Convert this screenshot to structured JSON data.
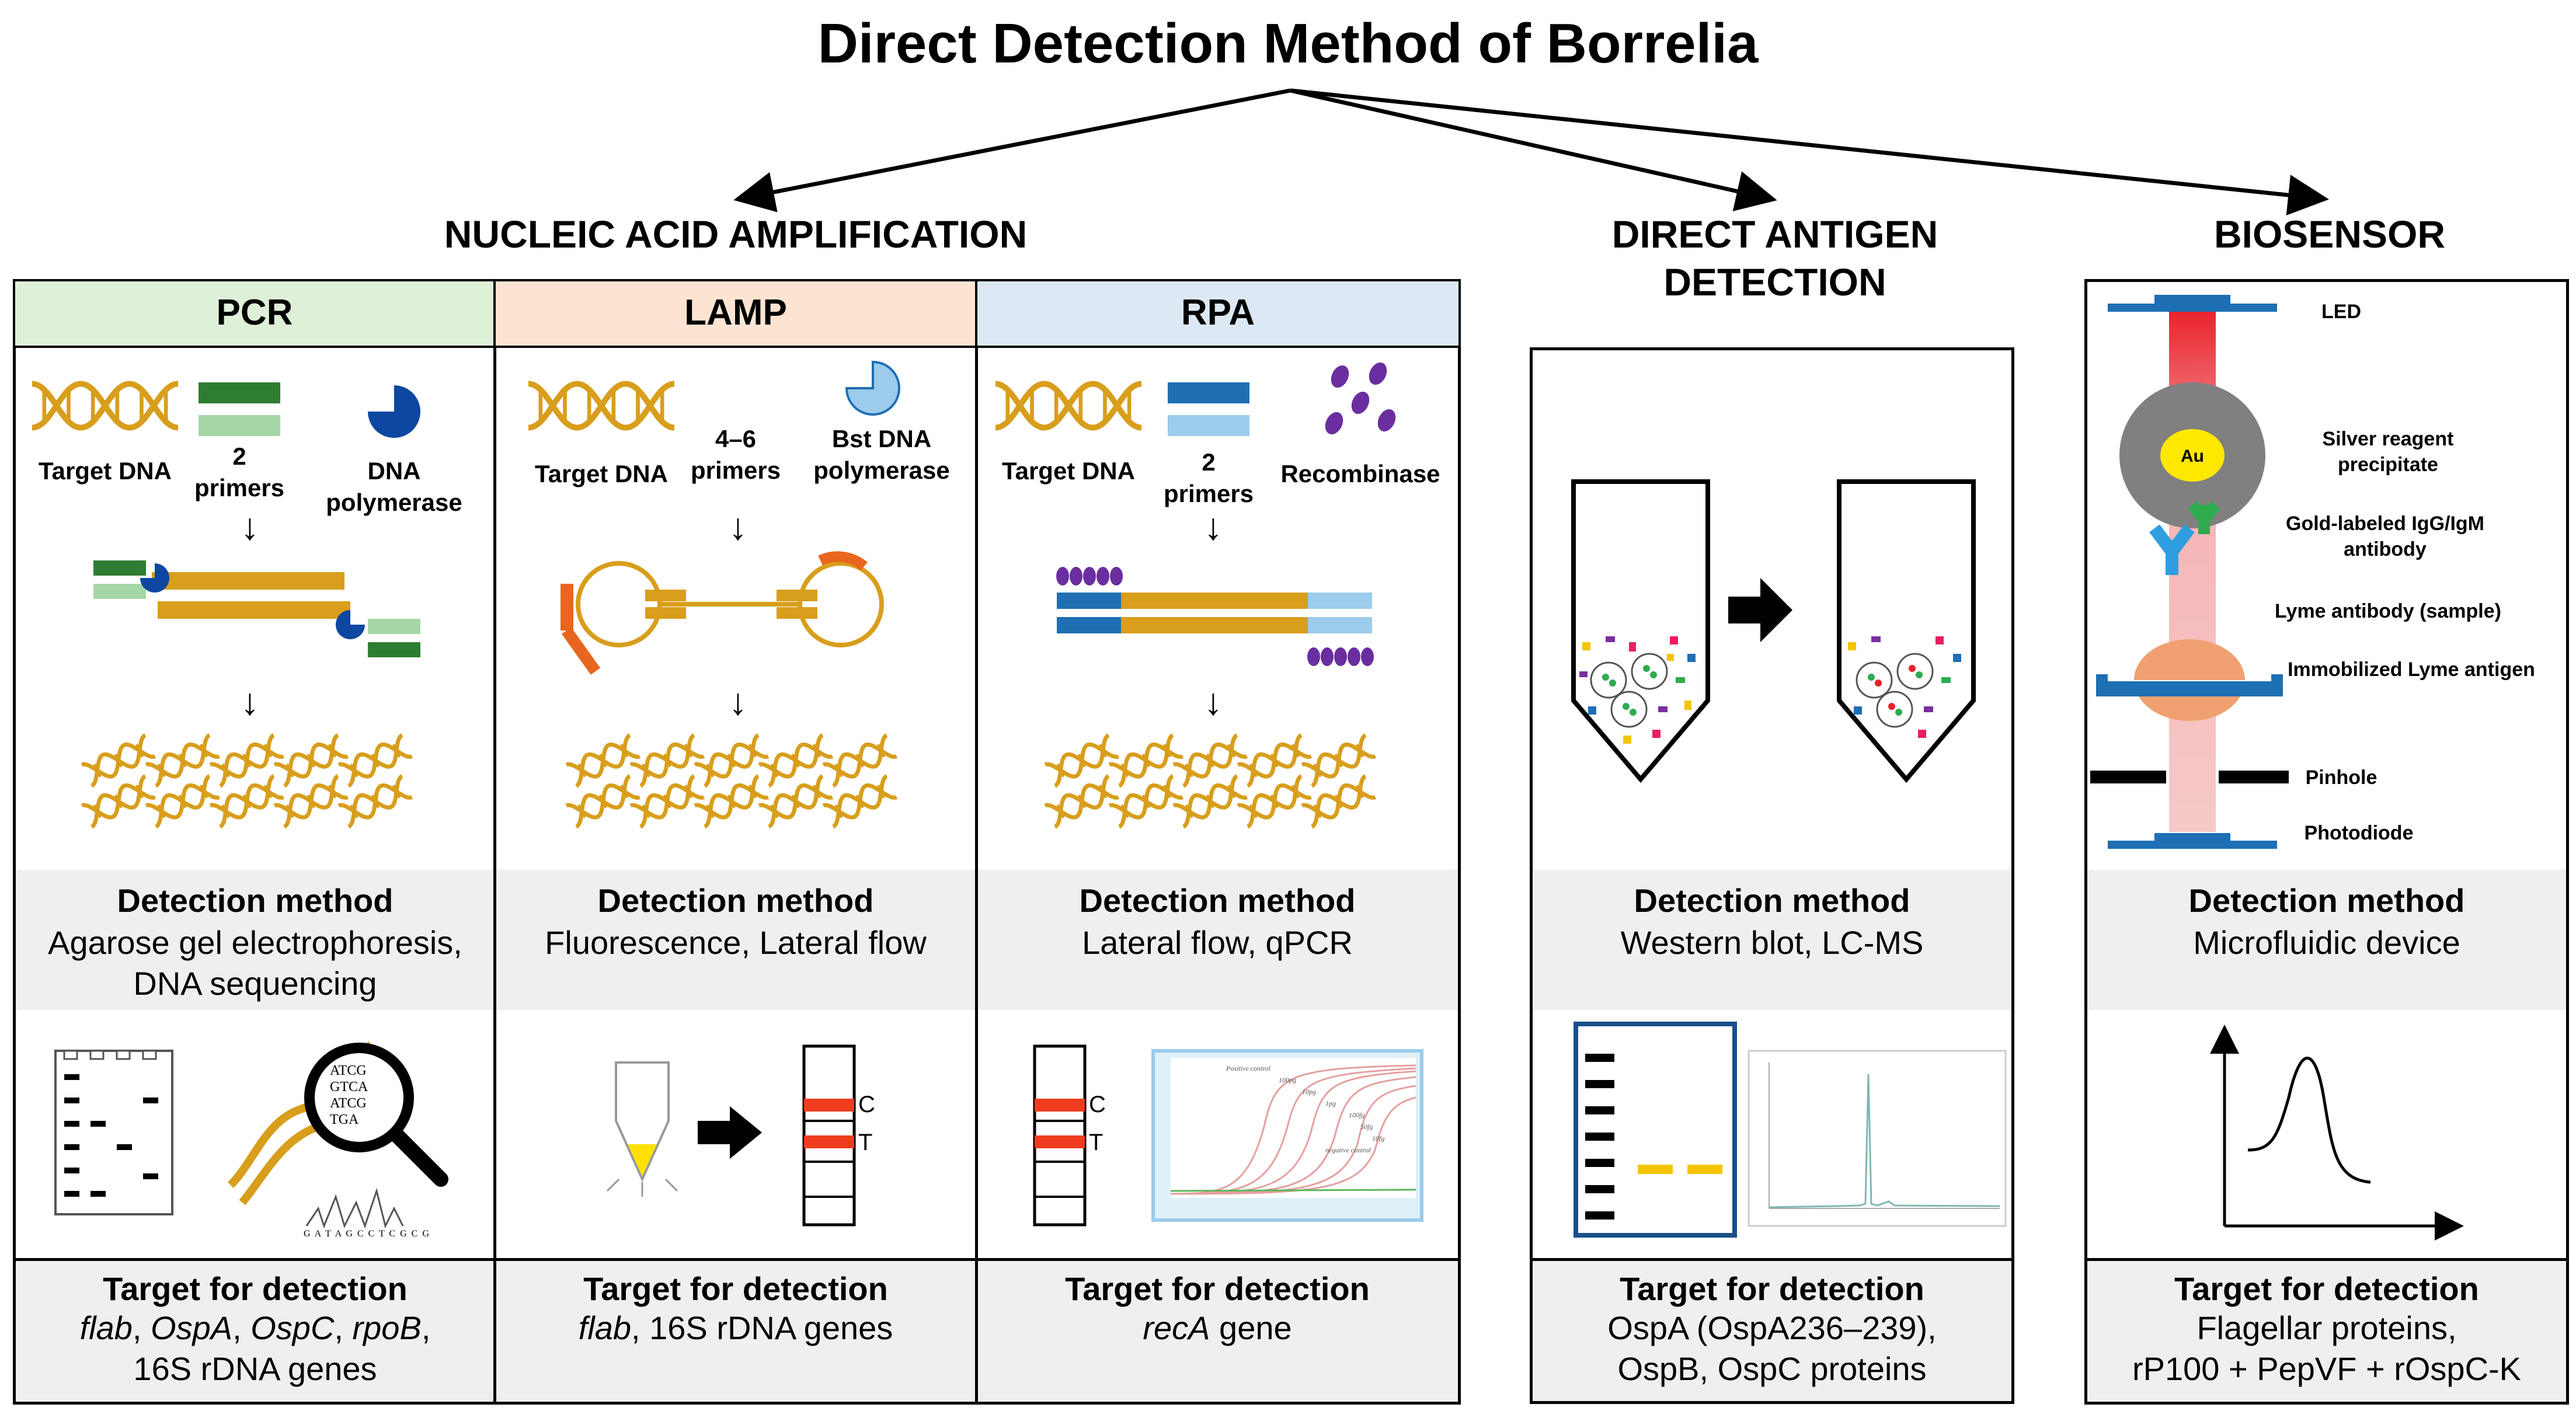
{
  "title": "Direct Detection Method of Borrelia",
  "sections": {
    "nucleic": "NUCLEIC ACID AMPLIFICATION",
    "antigen_line1": "DIRECT ANTIGEN",
    "antigen_line2": "DETECTION",
    "biosensor": "BIOSENSOR"
  },
  "pcr": {
    "header": "PCR",
    "target_dna": "Target DNA",
    "primers_num": "2",
    "primers": "primers",
    "polymerase_line1": "DNA",
    "polymerase_line2": "polymerase",
    "detection_title": "Detection method",
    "detection_line1": "Agarose gel electrophoresis,",
    "detection_line2": "DNA sequencing",
    "seq_lines": [
      "ATCG",
      "GTCA",
      "ATCG",
      "TGA"
    ],
    "seq_bases": "G A T A G C C T C G C G",
    "target_title": "Target for detection",
    "target_line1_parts": [
      "flab",
      ", ",
      "OspA",
      ", ",
      "OspC",
      ", ",
      "rpoB",
      ","
    ],
    "target_line2": "16S rDNA genes"
  },
  "lamp": {
    "header": "LAMP",
    "target_dna": "Target DNA",
    "primers_num": "4–6",
    "primers": "primers",
    "polymerase_line1": "Bst DNA",
    "polymerase_line2": "polymerase",
    "detection_title": "Detection method",
    "detection_line1": "Fluorescence, Lateral flow",
    "strip_c": "C",
    "strip_t": "T",
    "target_title": "Target for detection",
    "target_italic": "flab",
    "target_rest": ", 16S rDNA genes"
  },
  "rpa": {
    "header": "RPA",
    "target_dna": "Target DNA",
    "primers_num": "2",
    "primers": "primers",
    "recombinase": "Recombinase",
    "detection_title": "Detection method",
    "detection_line1": "Lateral flow, qPCR",
    "strip_c": "C",
    "strip_t": "T",
    "plot_labels": [
      "Positive control",
      "100pg",
      "10pg",
      "1pg",
      "100fg",
      "50fg",
      "10fg",
      "negative control"
    ],
    "target_title": "Target for detection",
    "target_italic": "recA",
    "target_rest": " gene"
  },
  "antigen": {
    "detection_title": "Detection method",
    "detection_line1": "Western blot, LC-MS",
    "target_title": "Target for detection",
    "target_line1": "OspA (OspA236–239),",
    "target_line2": "OspB, OspC proteins"
  },
  "biosensor": {
    "led": "LED",
    "au": "Au",
    "silver_line1": "Silver reagent",
    "silver_line2": "precipitate",
    "gold_line1": "Gold-labeled IgG/IgM",
    "gold_line2": "antibody",
    "lyme_antibody": "Lyme antibody (sample)",
    "immobilized": "Immobilized Lyme antigen",
    "pinhole": "Pinhole",
    "photodiode": "Photodiode",
    "detection_title": "Detection method",
    "detection_line1": "Microfluidic device",
    "target_title": "Target for detection",
    "target_line1": "Flagellar proteins,",
    "target_line2": "rP100 + PepVF + rOspC-K"
  },
  "colors": {
    "dna_gold": "#d89e1c",
    "pcr_header": "#dff0d8",
    "lamp_header": "#fde4d2",
    "rpa_header": "#dce9f5",
    "band_gray": "#efefef",
    "primer_green_dark": "#2e7d32",
    "primer_green_light": "#a5d6a7",
    "polymerase_blue": "#0d47a1",
    "primer_blue_dark": "#1e6fb3",
    "primer_blue_light": "#9ccbeb",
    "recombinase_purple": "#6a2ea0",
    "strip_red": "#f03c1e",
    "led_red": "#e8202a"
  }
}
